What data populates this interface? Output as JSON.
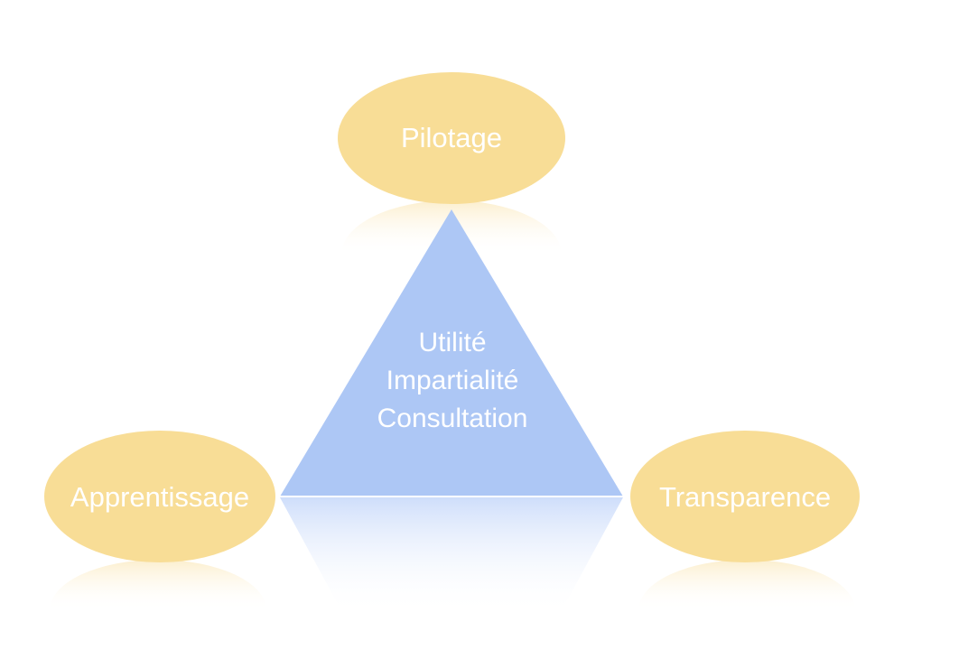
{
  "diagram": {
    "nodes": {
      "top": {
        "label": "Pilotage"
      },
      "left": {
        "label": "Apprentissage"
      },
      "right": {
        "label": "Transparence"
      }
    },
    "center": {
      "lines": [
        "Utilité",
        "Impartialité",
        "Consultation"
      ]
    }
  },
  "colors": {
    "ellipse_fill": "#f8dd96",
    "triangle_fill": "#adc7f5",
    "text": "#ffffff",
    "background": "#ffffff"
  }
}
